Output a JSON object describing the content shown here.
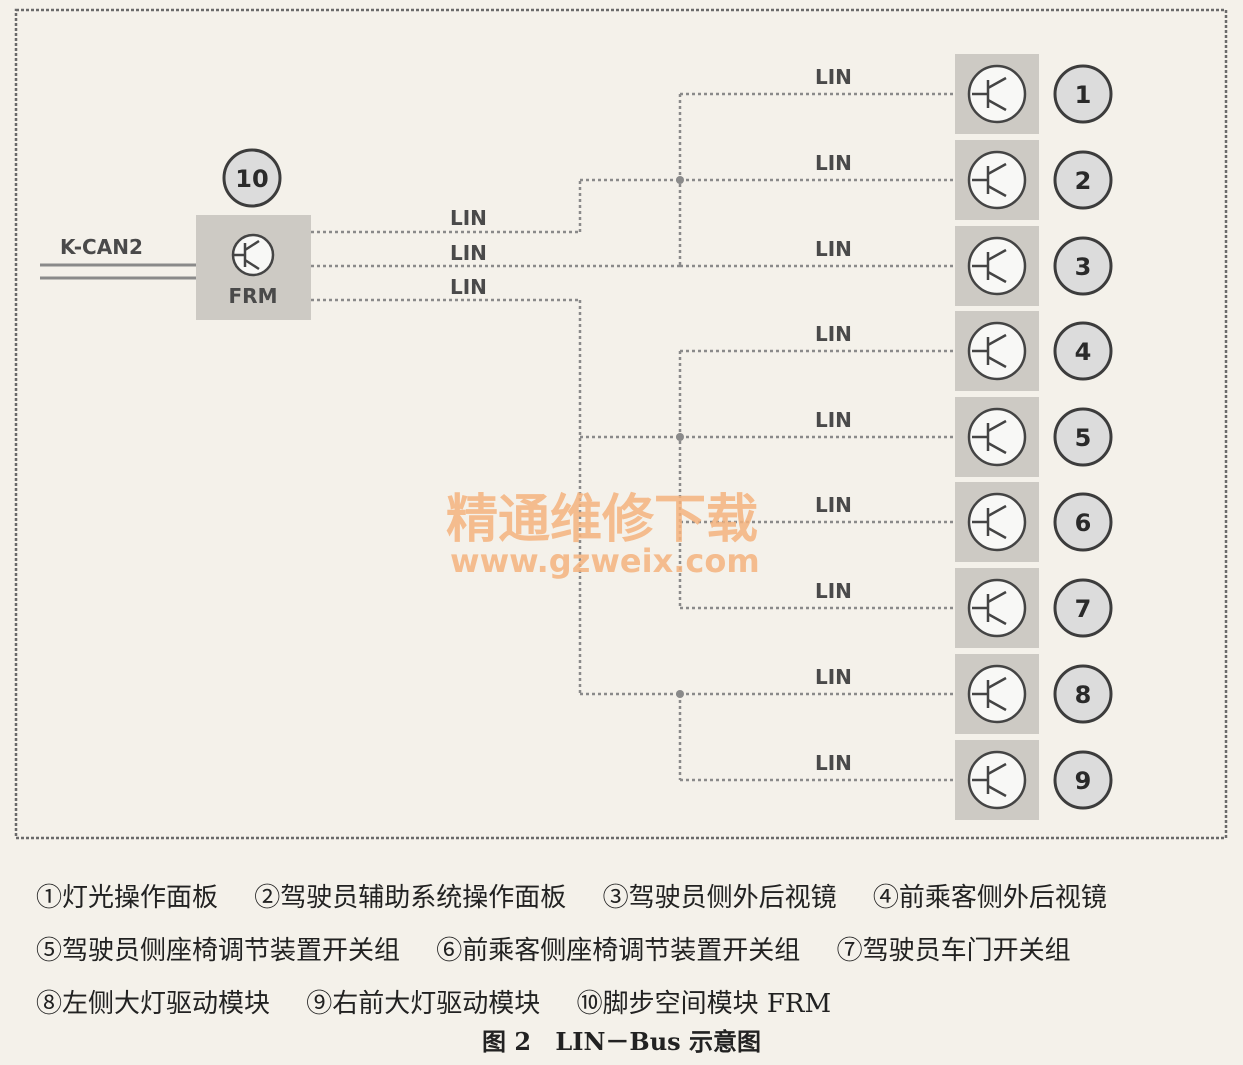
{
  "diagram": {
    "can_label": "K-CAN2",
    "frm_label": "FRM",
    "frm_number": "10",
    "lin_label": "LIN",
    "modules": [
      {
        "number": "1"
      },
      {
        "number": "2"
      },
      {
        "number": "3"
      },
      {
        "number": "4"
      },
      {
        "number": "5"
      },
      {
        "number": "6"
      },
      {
        "number": "7"
      },
      {
        "number": "8"
      },
      {
        "number": "9"
      }
    ]
  },
  "watermark": {
    "line1": "精通维修下载",
    "line2": "www.gzweix.com"
  },
  "legend": [
    "①灯光操作面板",
    "②驾驶员辅助系统操作面板",
    "③驾驶员侧外后视镜",
    "④前乘客侧外后视镜",
    "⑤驾驶员侧座椅调节装置开关组",
    "⑥前乘客侧座椅调节装置开关组",
    "⑦驾驶员车门开关组",
    "⑧左侧大灯驱动模块",
    "⑨右前大灯驱动模块",
    "⑩脚步空间模块 FRM"
  ],
  "figure": {
    "number": "图 2",
    "title": "LIN－Bus 示意图"
  }
}
